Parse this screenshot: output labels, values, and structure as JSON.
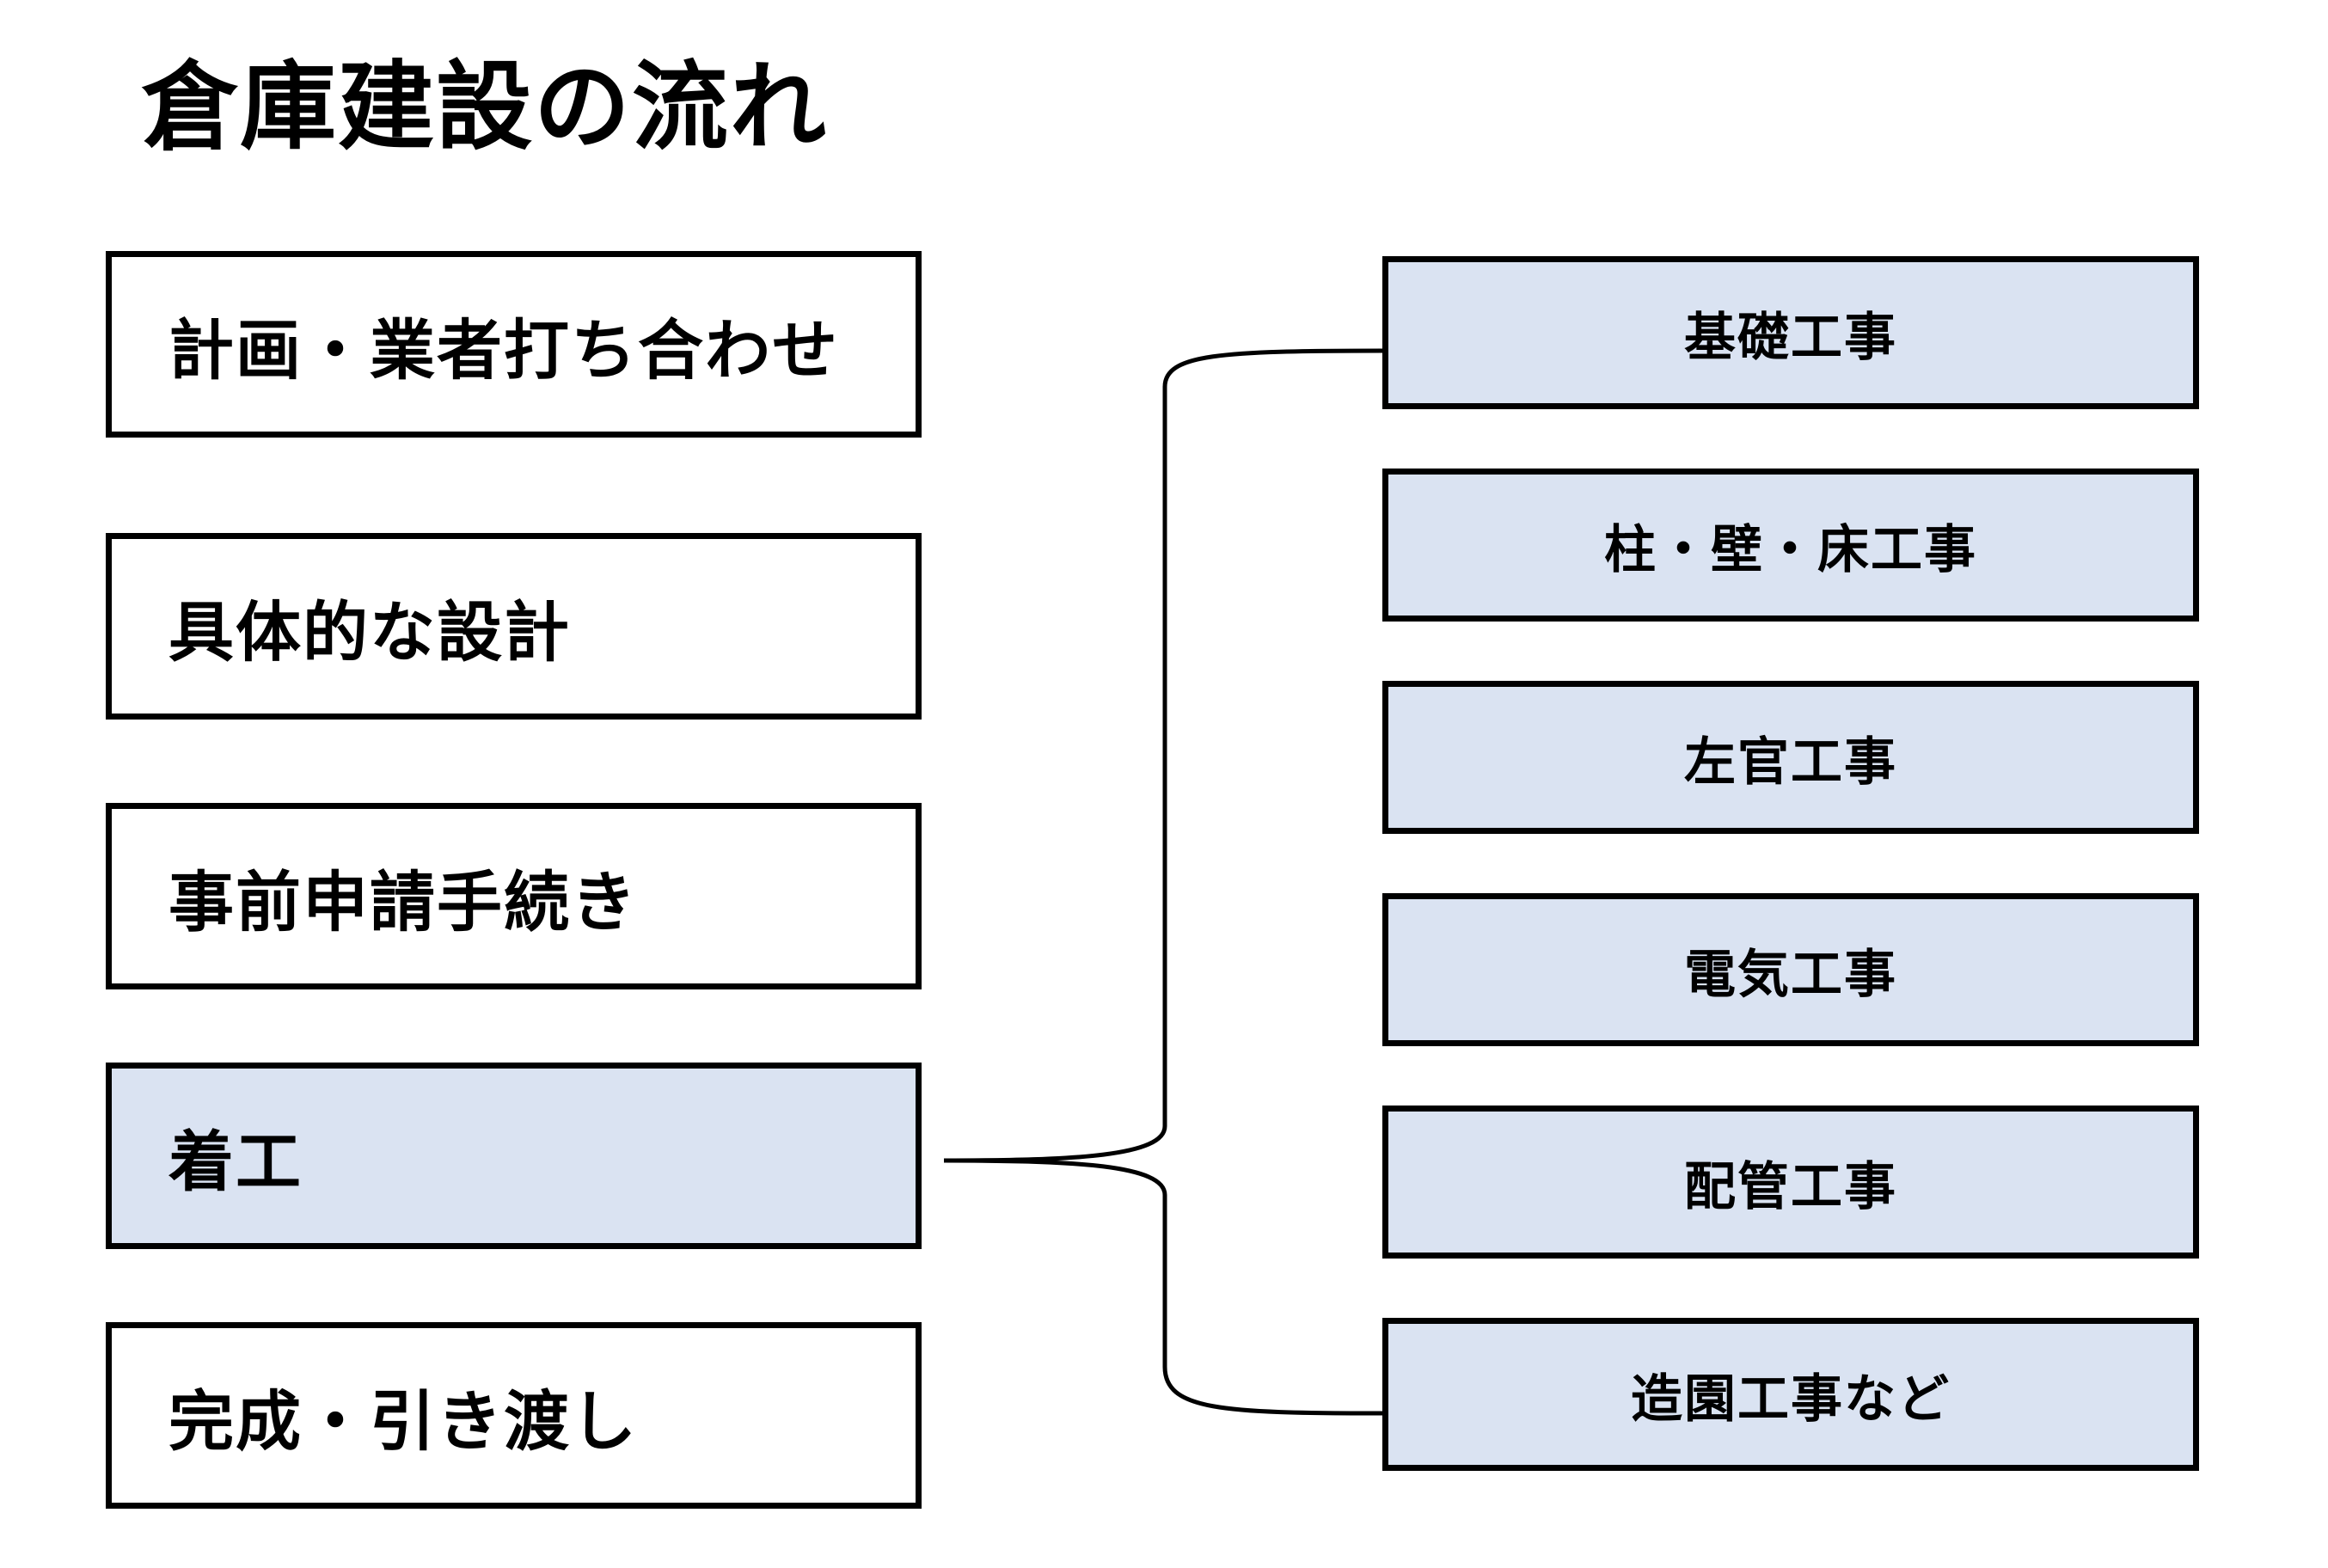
{
  "title": "倉庫建設の流れ",
  "steps": [
    {
      "label": "計画・業者打ち合わせ"
    },
    {
      "label": "具体的な設計"
    },
    {
      "label": "事前申請手続き"
    },
    {
      "label": "着工"
    },
    {
      "label": "完成・引き渡し"
    }
  ],
  "construction_items": [
    {
      "label": "基礎工事"
    },
    {
      "label": "柱・壁・床工事"
    },
    {
      "label": "左官工事"
    },
    {
      "label": "電気工事"
    },
    {
      "label": "配管工事"
    },
    {
      "label": "造園工事など"
    }
  ],
  "colors": {
    "highlight_fill": "#dae3f2",
    "border": "#000000",
    "background": "#ffffff"
  }
}
